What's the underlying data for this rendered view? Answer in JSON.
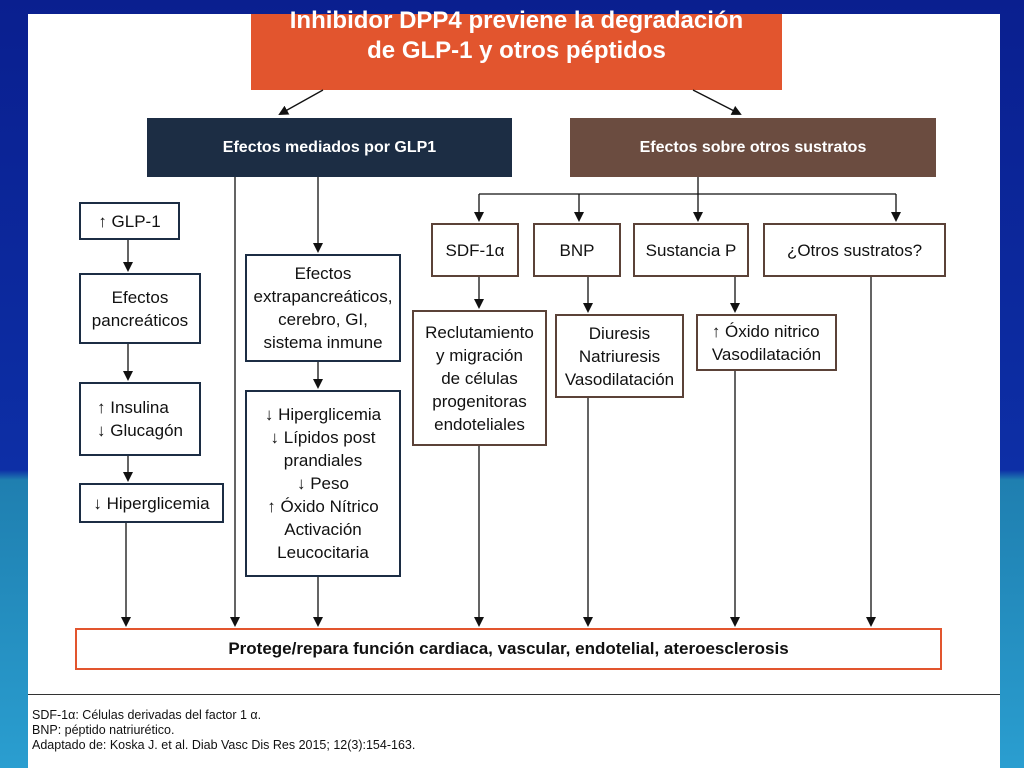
{
  "title": {
    "line1": "Inhibidor DPP4 previene la degradación",
    "line2": "de GLP-1 y otros péptidos"
  },
  "headers": {
    "left": "Efectos mediados por GLP1",
    "right": "Efectos sobre otros sustratos"
  },
  "left_column": {
    "glp1": "↑ GLP-1",
    "pancreatic": [
      "Efectos",
      "pancreáticos"
    ],
    "insulin": [
      "↑ Insulina",
      "↓ Glucagón"
    ],
    "hyper": "↓ Hiperglicemia"
  },
  "mid_column": {
    "extra": [
      "Efectos",
      "extrapancreáticos,",
      "cerebro, GI,",
      "sistema inmune"
    ],
    "effects": [
      "↓ Hiperglicemia",
      "↓ Lípidos post",
      "prandiales",
      "↓ Peso",
      "↑ Óxido Nítrico",
      "Activación",
      "Leucocitaria"
    ]
  },
  "substrates": {
    "sdf": "SDF-1α",
    "bnp": "BNP",
    "sustancia_p": "Sustancia P",
    "others": "¿Otros sustratos?"
  },
  "substrate_effects": {
    "sdf": [
      "Reclutamiento",
      "y migración",
      "de células",
      "progenitoras",
      "endoteliales"
    ],
    "bnp": [
      "Diuresis",
      "Natriuresis",
      "Vasodilatación"
    ],
    "sustancia_p": [
      "↑ Óxido nitrico",
      "Vasodilatación"
    ]
  },
  "final": "Protege/repara función cardiaca, vascular, endotelial, ateroesclerosis",
  "footer": [
    "SDF-1α: Células derivadas del factor 1 α.",
    "BNP: péptido natriurético.",
    "Adaptado de: Koska J. et al. Diab Vasc Dis Res 2015; 12(3):154-163."
  ],
  "colors": {
    "title_bg": "#e2552e",
    "left_header_bg": "#1c2d44",
    "right_header_bg": "#6b4c40",
    "left_border": "#1c2d44",
    "right_border": "#5b4238"
  }
}
